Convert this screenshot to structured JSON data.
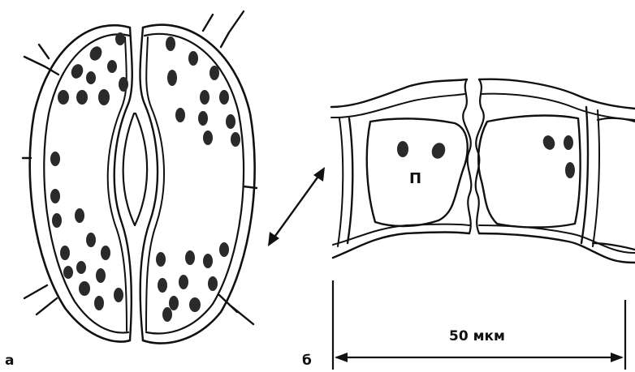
{
  "labels": {
    "panel_a": "а",
    "panel_b": "б",
    "plastid": "П",
    "scale_bar": "50 мкм"
  },
  "colors": {
    "ink": "#111111",
    "chloroplast": "#2a2a2a",
    "background": "#ffffff"
  }
}
